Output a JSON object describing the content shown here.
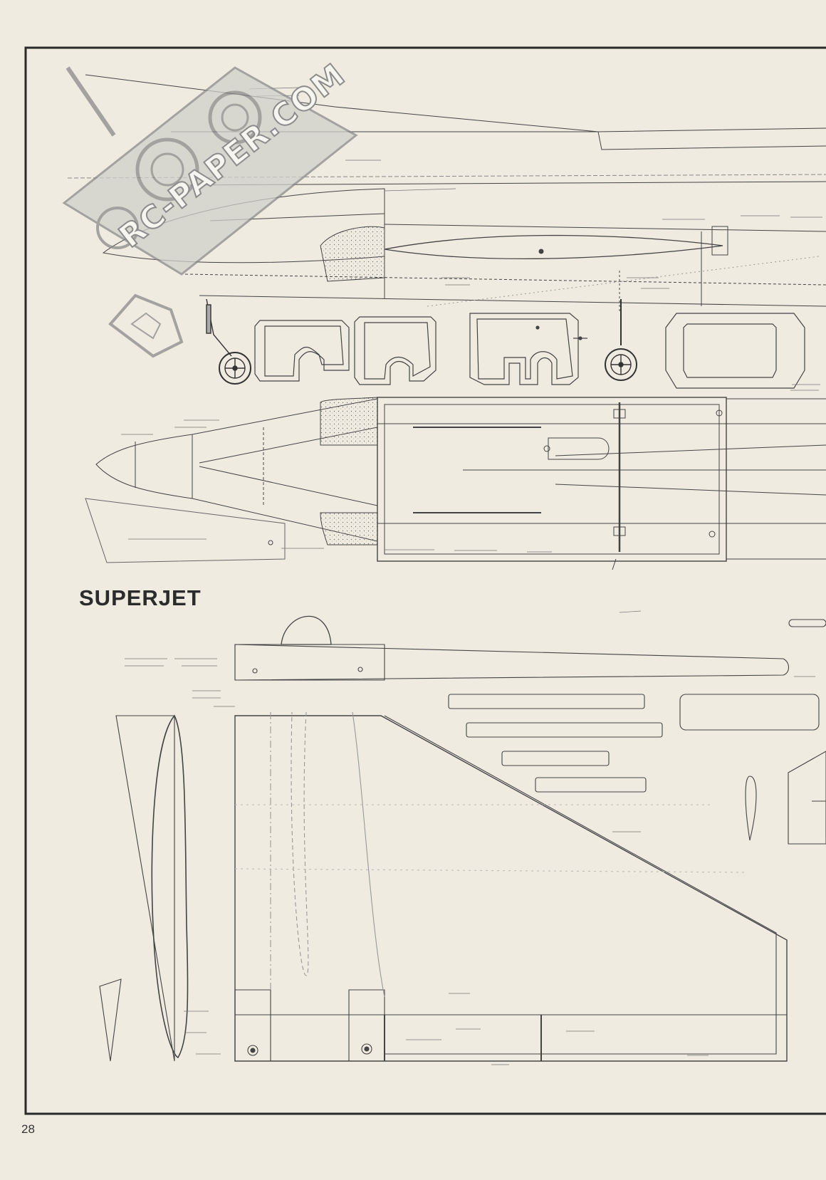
{
  "plan": {
    "title": "SUPERJET",
    "page_number": "28"
  },
  "watermark": {
    "text": "RC-PAPER.COM",
    "icon": "rc-transmitter-icon"
  },
  "colors": {
    "paper": "#efebe1",
    "ink": "#3a3a3a",
    "frame": "#2a2a2a",
    "watermark": "#9a9a9a"
  }
}
